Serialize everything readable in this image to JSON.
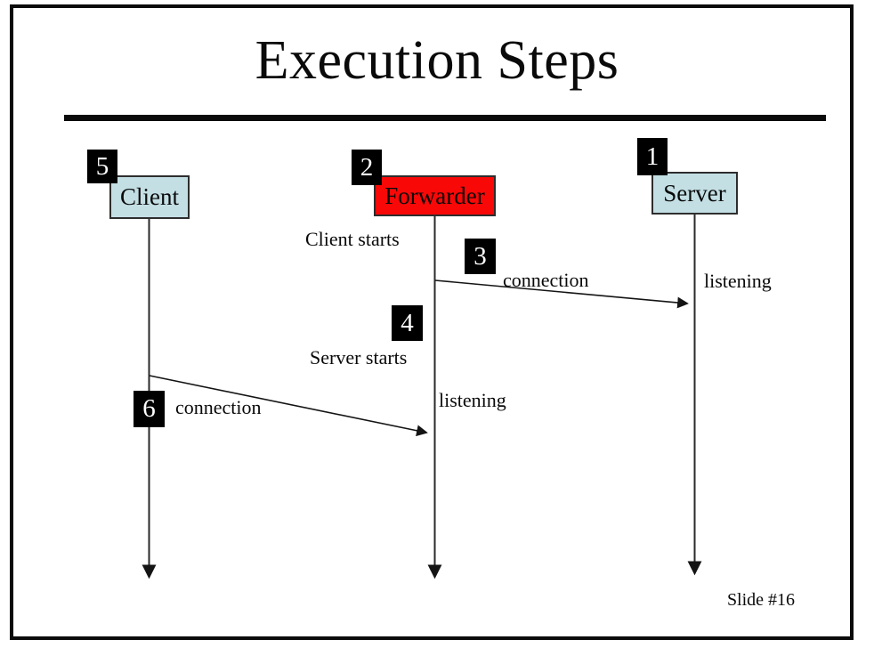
{
  "slide": {
    "title": "Execution Steps",
    "footer": "Slide #16"
  },
  "colors": {
    "actor_fill": "#c3dfe4",
    "forwarder_fill": "#f90808",
    "badge_bg": "#000000",
    "badge_text": "#ffffff",
    "line_color": "#1a1a1a"
  },
  "diagram": {
    "lifelines": [
      {
        "id": "client",
        "label": "Client",
        "step": "5"
      },
      {
        "id": "forwarder",
        "label": "Forwarder",
        "step": "2"
      },
      {
        "id": "server",
        "label": "Server",
        "step": "1"
      }
    ],
    "messages": [
      {
        "step": "3",
        "label": "connection",
        "from": "forwarder",
        "to": "server"
      },
      {
        "step": "6",
        "label": "connection",
        "from": "client",
        "to": "forwarder"
      }
    ],
    "annotations": [
      {
        "id": "client-starts",
        "text": "Client starts"
      },
      {
        "id": "listening-server",
        "text": "listening"
      },
      {
        "id": "server-starts",
        "text": "Server starts",
        "step": "4"
      },
      {
        "id": "listening-forwarder",
        "text": "listening"
      }
    ]
  }
}
